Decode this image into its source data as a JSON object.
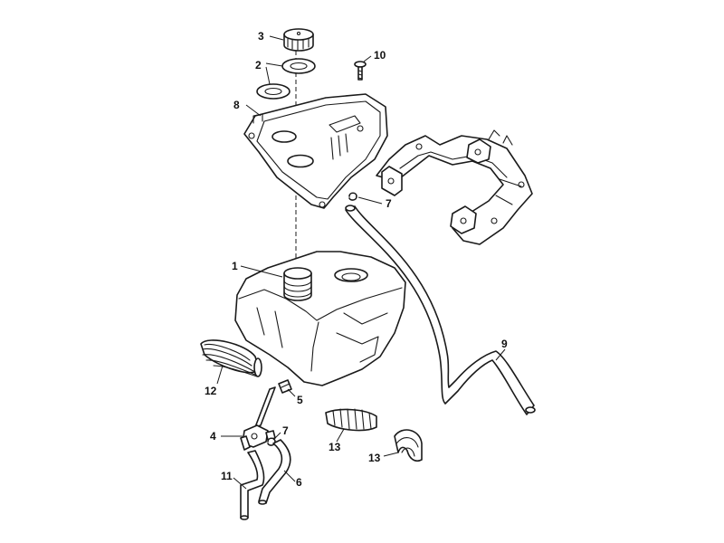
{
  "callouts": {
    "c1": "1",
    "c2": "2",
    "c3": "3",
    "c4": "4",
    "c5": "5",
    "c6": "6",
    "c7a": "7",
    "c7b": "7",
    "c8": "8",
    "c9": "9",
    "c10": "10",
    "c11": "11",
    "c12": "12",
    "c13a": "13",
    "c13b": "13"
  }
}
